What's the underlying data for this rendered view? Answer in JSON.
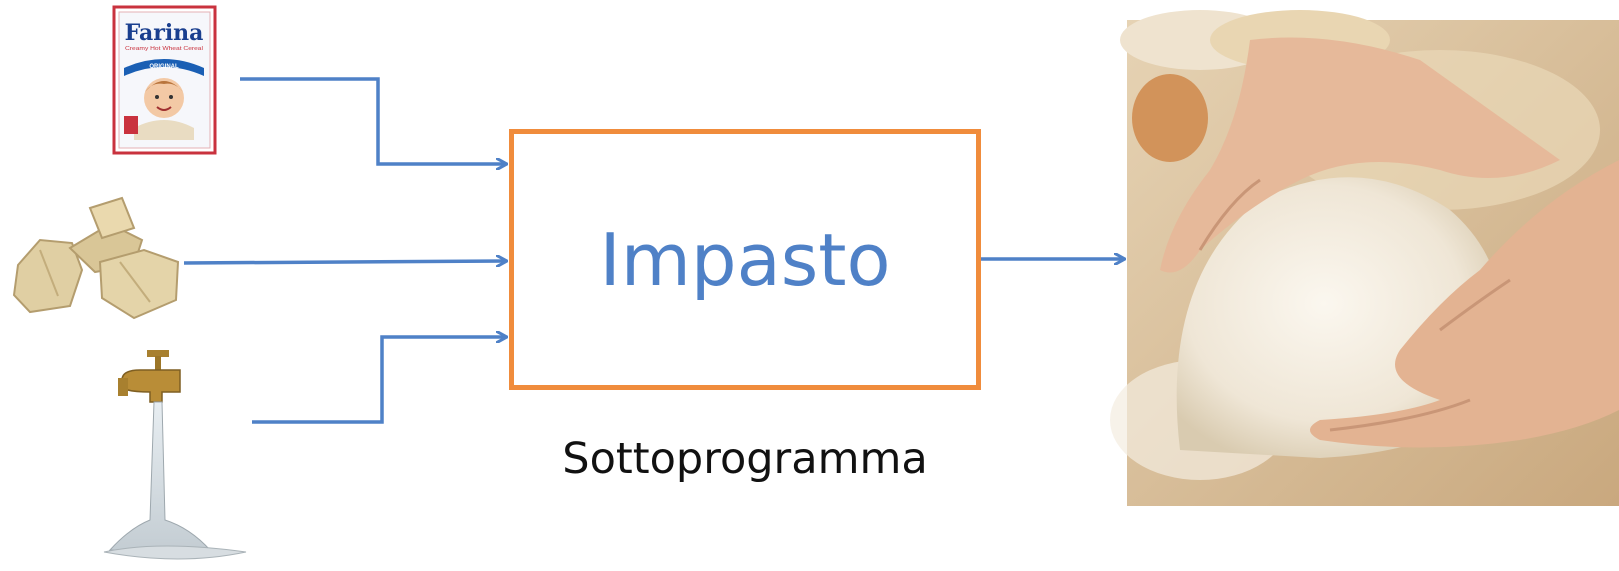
{
  "diagram": {
    "process_label": "Impasto",
    "caption": "Sottoprogramma",
    "inputs": [
      {
        "icon": "flour-box-icon",
        "label_on_package": "Farina",
        "subtext_on_package": "Creamy Hot Wheat Cereal",
        "band_on_package": "ORIGINAL"
      },
      {
        "icon": "yeast-icon"
      },
      {
        "icon": "water-faucet-icon"
      }
    ],
    "output": {
      "icon": "dough-photo"
    },
    "colors": {
      "arrows": "#4f81c7",
      "box_border": "#f08c3c",
      "process_text": "#4f81c7",
      "caption_text": "#111111"
    }
  }
}
